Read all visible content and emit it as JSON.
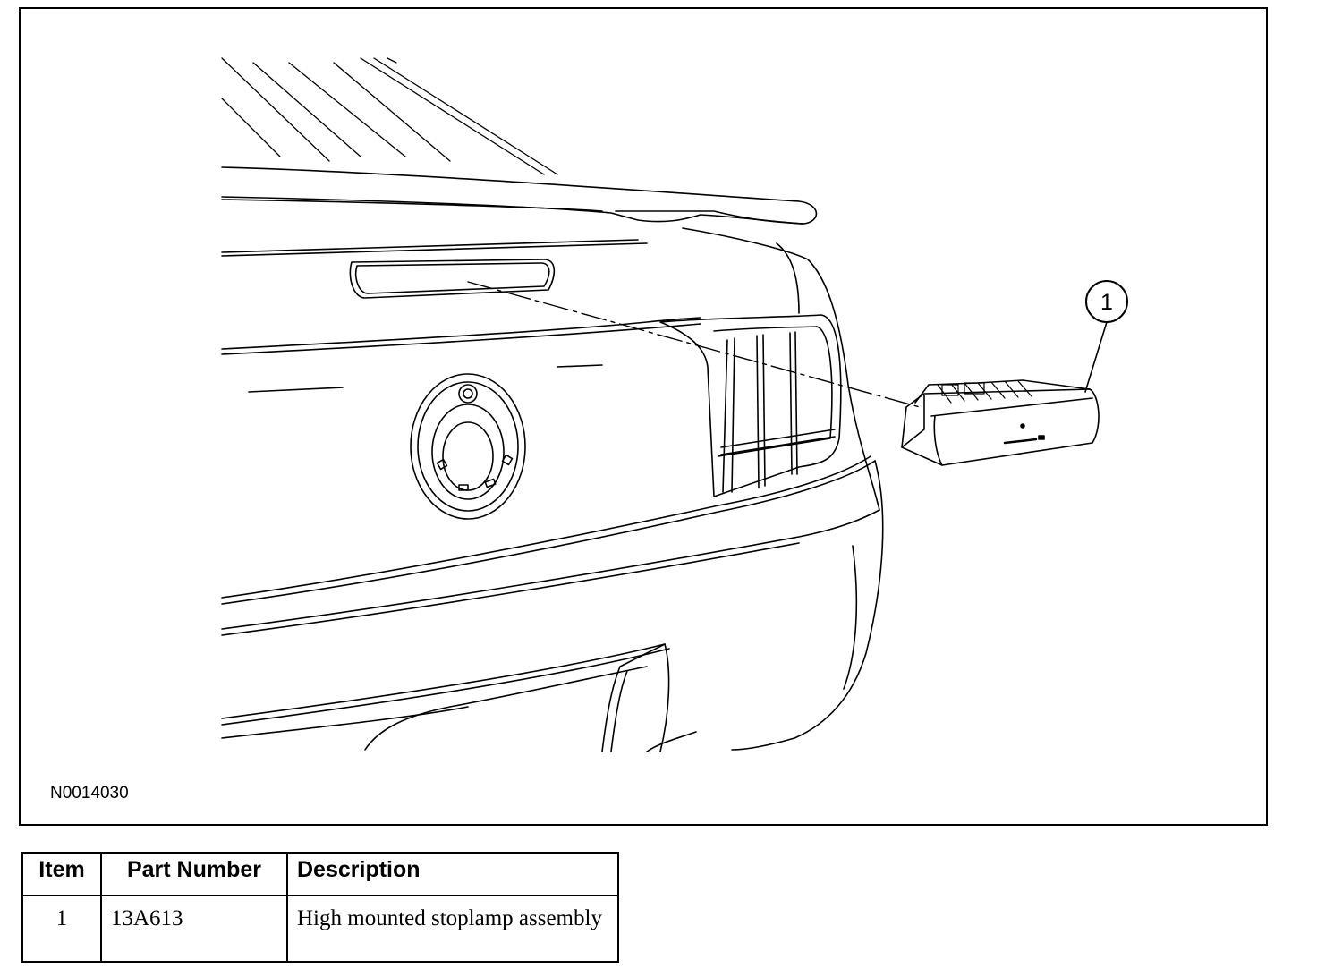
{
  "figure": {
    "id_label": "N0014030",
    "callout_number": "1"
  },
  "table": {
    "headers": {
      "item": "Item",
      "part_number": "Part Number",
      "description": "Description"
    },
    "rows": [
      {
        "item": "1",
        "part_number": "13A613",
        "description": "High mounted stoplamp assembly"
      }
    ]
  }
}
